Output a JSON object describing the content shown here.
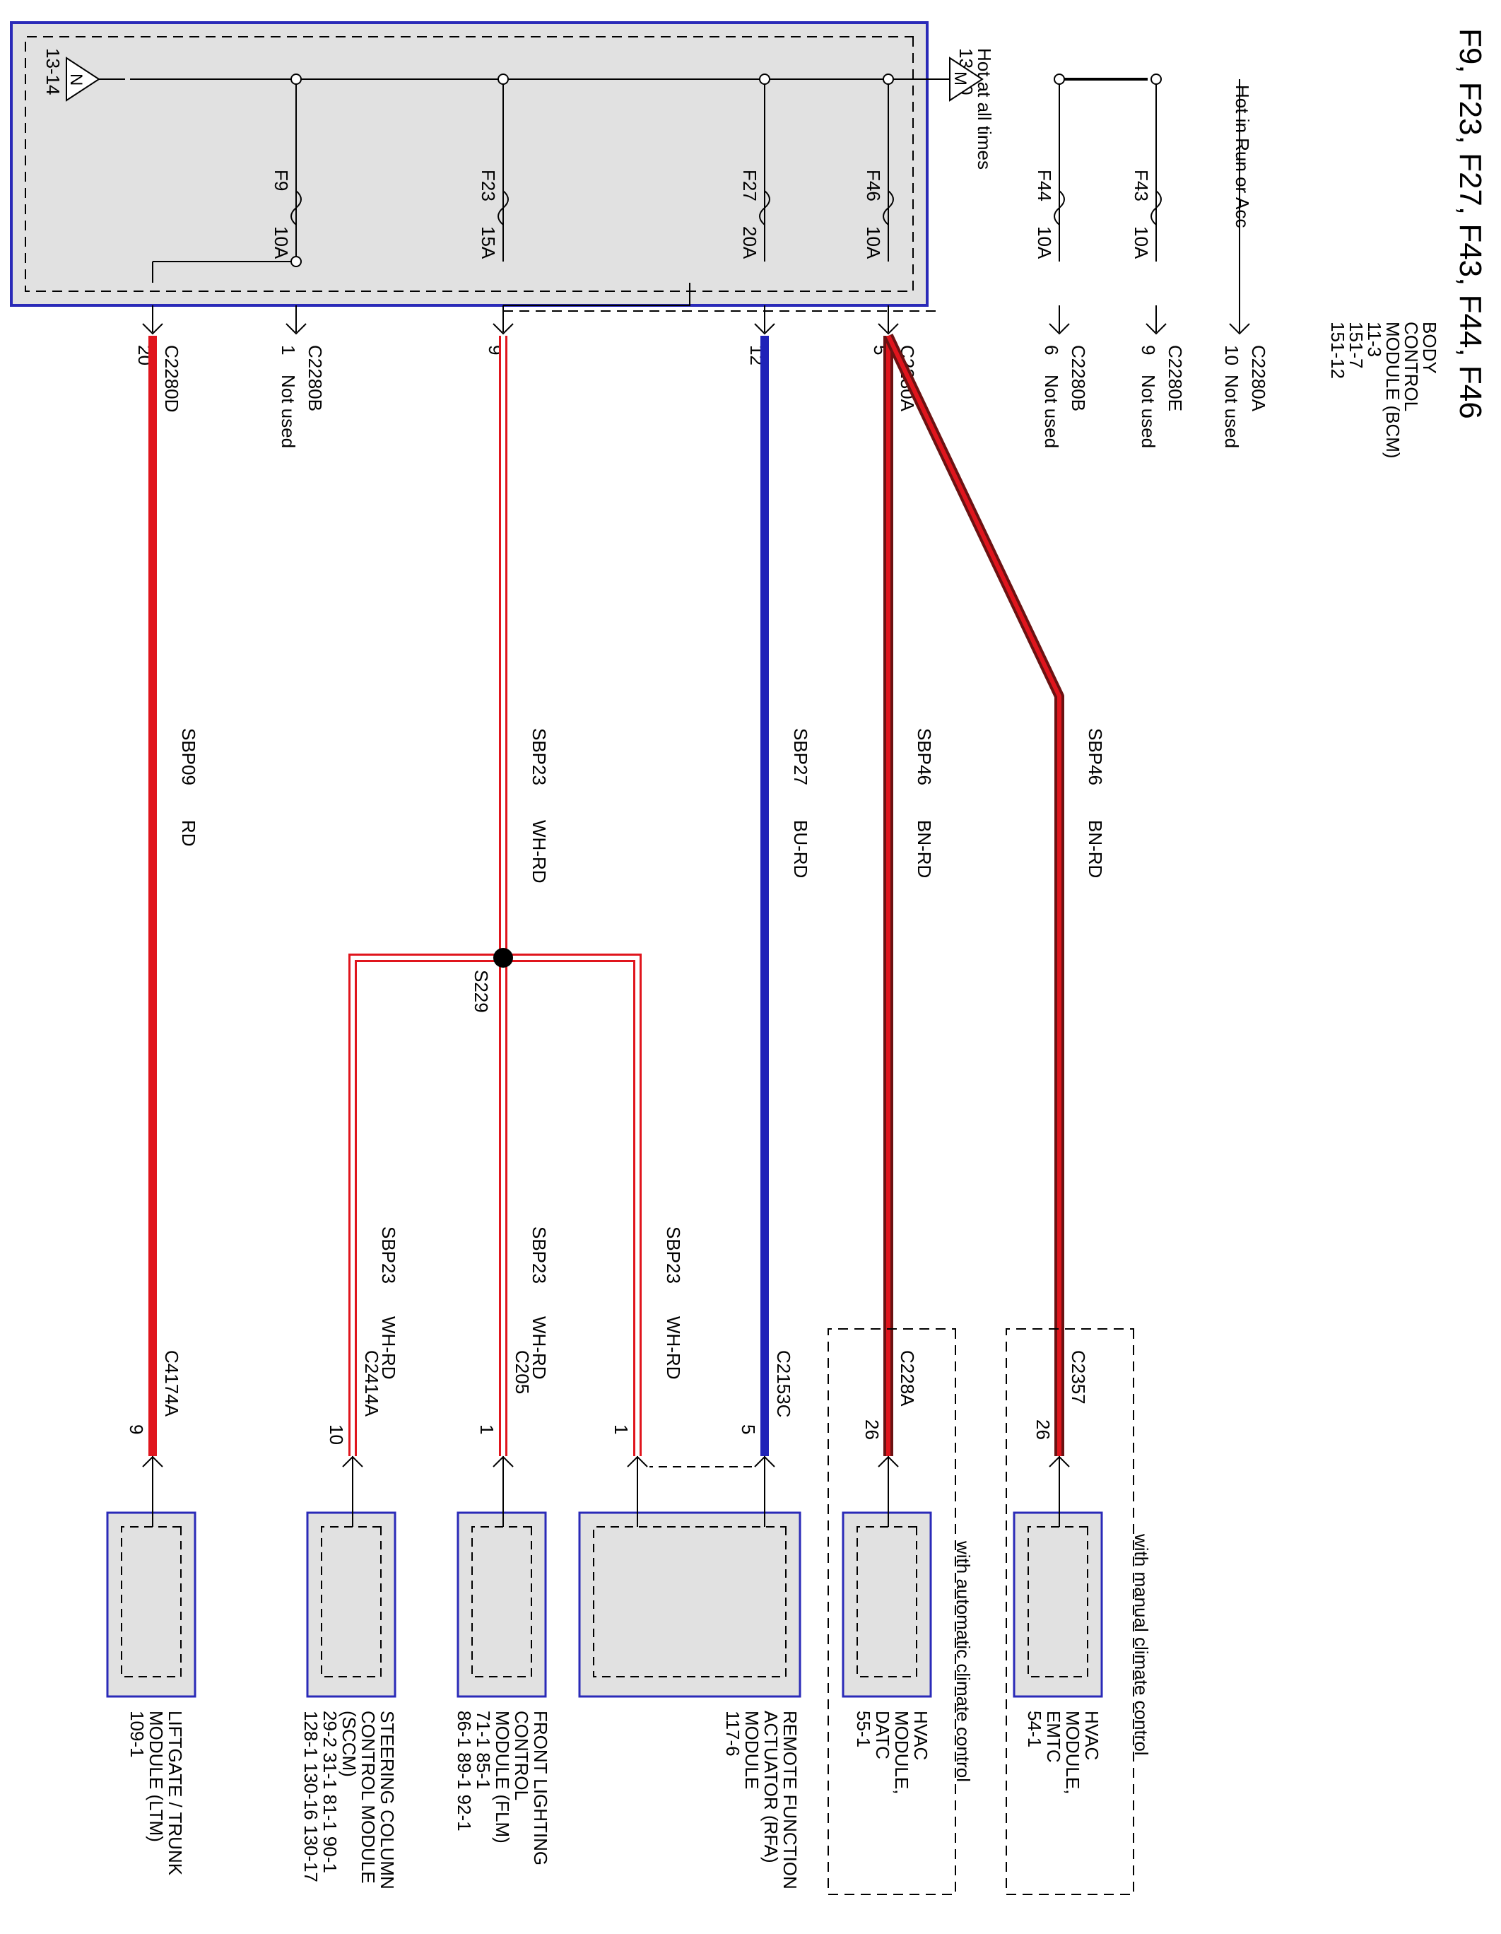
{
  "title": "F9, F23, F27, F43, F44, F46",
  "bcm": {
    "name_lines": [
      "BODY",
      "CONTROL",
      "MODULE (BCM)",
      "11-3",
      "151-7",
      "151-12"
    ],
    "hot_at_all_times": "Hot at all times",
    "hot_ref": "13-10",
    "hot_run_acc": "Hot in Run or Acc",
    "ground_ref": "13-14",
    "flag_n": "N",
    "flag_m": "M"
  },
  "fuses": [
    {
      "id": "F9",
      "rating": "10A"
    },
    {
      "id": "F23",
      "rating": "15A"
    },
    {
      "id": "F27",
      "rating": "20A"
    },
    {
      "id": "F46",
      "rating": "10A"
    },
    {
      "id": "F44",
      "rating": "10A"
    },
    {
      "id": "F43",
      "rating": "10A"
    }
  ],
  "bcm_pins": [
    {
      "connector": "C2280D",
      "pin": "20",
      "note": ""
    },
    {
      "connector": "C2280B",
      "pin": "1",
      "note": "Not used"
    },
    {
      "connector": "",
      "pin": "9",
      "note": ""
    },
    {
      "connector": "",
      "pin": "12",
      "note": ""
    },
    {
      "connector": "C2280A",
      "pin": "5",
      "note": ""
    },
    {
      "connector": "C2280B",
      "pin": "6",
      "note": "Not used"
    },
    {
      "connector": "C2280E",
      "pin": "9",
      "note": "Not used"
    },
    {
      "connector": "C2280A",
      "pin": "10",
      "note": "Not used"
    }
  ],
  "wires": [
    {
      "circuit": "SBP09",
      "color": "RD"
    },
    {
      "circuit": "SBP23",
      "color": "WH-RD"
    },
    {
      "circuit": "SBP27",
      "color": "BU-RD"
    },
    {
      "circuit": "SBP46",
      "color": "BN-RD"
    },
    {
      "circuit": "SBP46",
      "color": "BN-RD"
    },
    {
      "circuit": "SBP23",
      "color": "WH-RD"
    },
    {
      "circuit": "SBP23",
      "color": "WH-RD"
    },
    {
      "circuit": "SBP23",
      "color": "WH-RD"
    }
  ],
  "splice": "S229",
  "colors": {
    "red": "#e0151d",
    "blue": "#1f22b8",
    "brown": "#6b1212",
    "wire_white": "#ffffff",
    "box_fill": "#e1e1e1",
    "module_border": "#2a2ab8"
  },
  "components": [
    {
      "connector": "C4174A",
      "pin": "9",
      "name_lines": [
        "LIFTGATE / TRUNK",
        "MODULE (LTM)",
        "109-1"
      ]
    },
    {
      "connector": "C2414A",
      "pin": "10",
      "name_lines": [
        "STEERING COLUMN",
        "CONTROL MODULE",
        "(SCCM)",
        "29-2   31-1   81-1  90-1",
        "128-1  130-16  130-17"
      ]
    },
    {
      "connector": "C205",
      "pin": "1",
      "name_lines": [
        "FRONT LIGHTING",
        "CONTROL",
        "MODULE (FLM)",
        "71-1     85-1",
        "86-1     89-1    92-1"
      ]
    },
    {
      "connector": "C2153C",
      "pin": "5",
      "pin2": "1",
      "name_lines": [
        "REMOTE FUNCTION",
        "ACTUATOR (RFA)",
        "MODULE",
        "117-6"
      ]
    },
    {
      "connector": "C228A",
      "pin": "26",
      "name_lines": [
        "HVAC",
        "MODULE,",
        "DATC",
        "55-1"
      ],
      "option": "with automatic climate control"
    },
    {
      "connector": "C2357",
      "pin": "26",
      "name_lines": [
        "HVAC",
        "MODULE,",
        "EMTC",
        "54-1"
      ],
      "option": "with manual climate control"
    }
  ]
}
